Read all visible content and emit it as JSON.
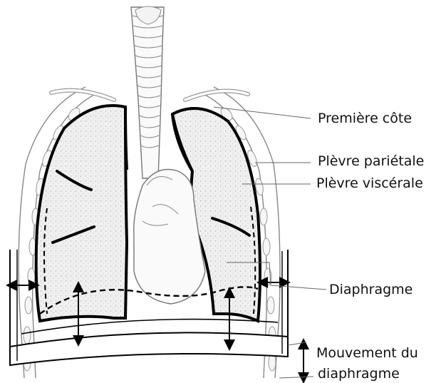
{
  "figure": {
    "labels": {
      "premiere_cote": "Première côte",
      "plevre_parietale": "Plèvre pariétale",
      "plevre_viscerale": "Plèvre viscérale",
      "diaphragme": "Diaphragme",
      "mouvement_line1": "Mouvement du",
      "mouvement_line2": "diaphragme"
    }
  }
}
